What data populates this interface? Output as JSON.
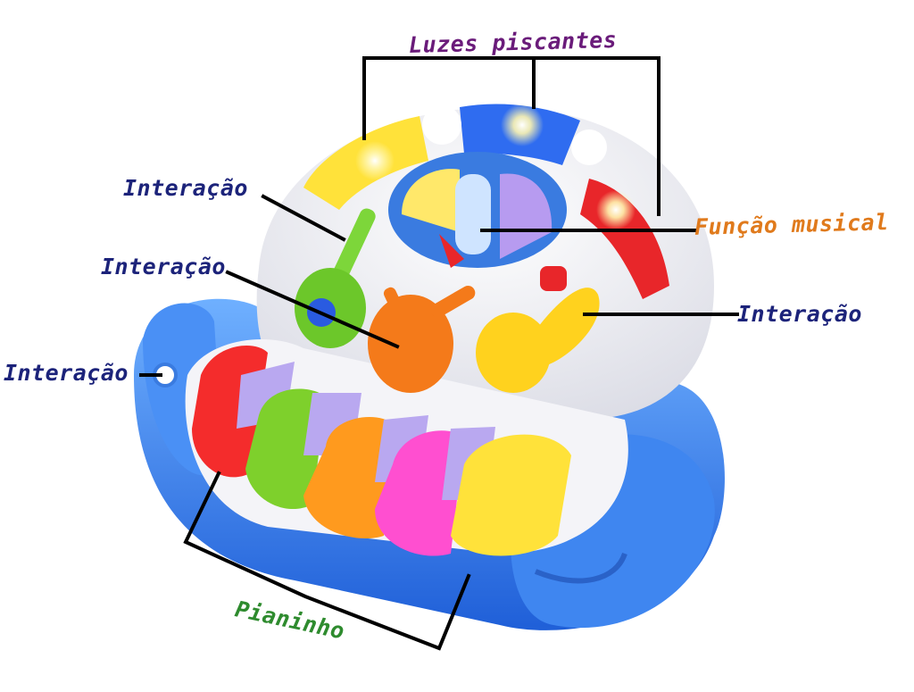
{
  "labels": {
    "luzes": "Luzes piscantes",
    "funcao": "Função musical",
    "interacao_guitar": "Interação",
    "interacao_drum": "Interação",
    "interacao_horn": "Interação",
    "interacao_side": "Interação",
    "pianinho": "Pianinho"
  },
  "colors": {
    "luzes": "#6a1b7a",
    "funcao": "#e07a1c",
    "interacao": "#1c237a",
    "pianinho": "#2e8b2e"
  },
  "icons": {
    "toy": "baby-piano-toy-illustration"
  }
}
